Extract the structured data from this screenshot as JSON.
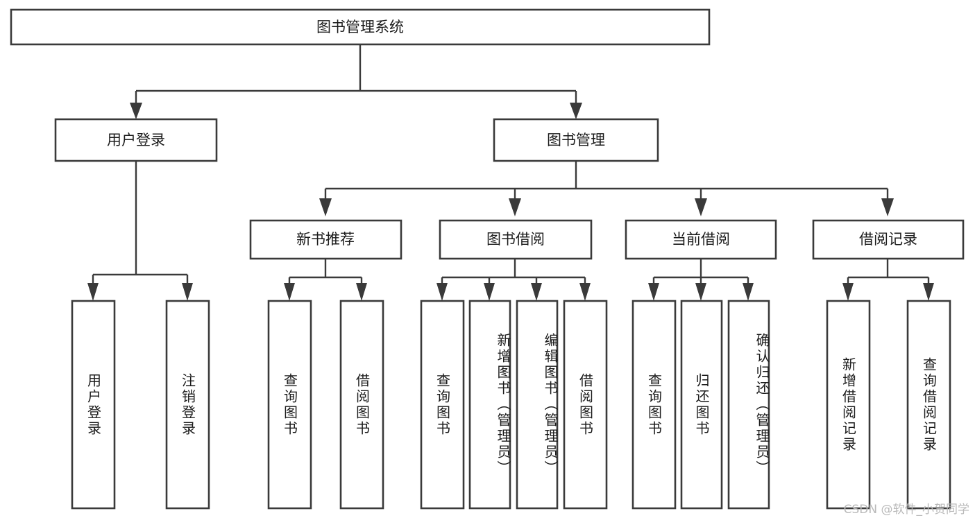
{
  "diagram": {
    "title": "图书管理系统",
    "type": "tree",
    "orientation": "top-down",
    "colors": {
      "box_stroke": "#3a3a3a",
      "box_fill": "#ffffff",
      "connector": "#3a3a3a",
      "text": "#1b1b1b",
      "watermark": "#b9b9b9",
      "background": "#ffffff"
    },
    "root": {
      "label": "图书管理系统"
    },
    "level2": [
      {
        "label": "用户登录"
      },
      {
        "label": "图书管理"
      }
    ],
    "level3": [
      {
        "label": "新书推荐"
      },
      {
        "label": "图书借阅"
      },
      {
        "label": "当前借阅"
      },
      {
        "label": "借阅记录"
      }
    ],
    "leaves": {
      "user_login": [
        {
          "label": "用户登录"
        },
        {
          "label": "注销登录"
        }
      ],
      "new_book_recommend": [
        {
          "label": "查询图书"
        },
        {
          "label": "借阅图书"
        }
      ],
      "book_borrow": [
        {
          "label": "查询图书"
        },
        {
          "label": "新增图书（管理员）"
        },
        {
          "label": "编辑图书（管理员）"
        },
        {
          "label": "借阅图书"
        }
      ],
      "current_borrow": [
        {
          "label": "查询图书"
        },
        {
          "label": "归还图书"
        },
        {
          "label": "确认归还（管理员）"
        }
      ],
      "borrow_record": [
        {
          "label": "新增借阅记录"
        },
        {
          "label": "查询借阅记录"
        }
      ]
    },
    "watermark": "CSDN @软件_小贺同学"
  }
}
